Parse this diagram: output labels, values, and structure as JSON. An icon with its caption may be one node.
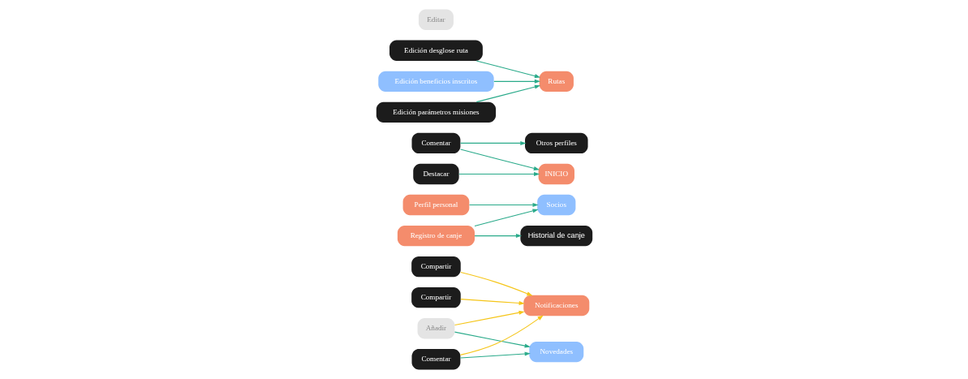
{
  "diagram": {
    "nodes": [
      {
        "text": [
          "Compartir"
        ]
      },
      {
        "text": [
          "Añadir"
        ]
      },
      {
        "text": [
          "Comentar"
        ]
      },
      {
        "text": [
          "Socios"
        ]
      },
      {
        "text": [
          "Novedades"
        ]
      },
      {
        "text": [
          "Otros perfiles"
        ]
      },
      {
        "text": [
          "Edición desglose ruta"
        ]
      },
      {
        "text": [
          "Comentar"
        ]
      },
      {
        "text": [
          "Rutas"
        ]
      },
      {
        "text": [
          "Compartir"
        ]
      },
      {
        "text": [
          "Notificaciones"
        ]
      },
      {
        "text": [
          "Edición beneficios inscritos"
        ]
      },
      {
        "text": [
          "INICIO"
        ]
      },
      {
        "text": [
          "Destacar"
        ]
      },
      {
        "text": [
          "Registro de canje"
        ]
      },
      {
        "text": [
          "Editar"
        ]
      },
      {
        "text": [
          "Edición parámetros misiones"
        ]
      },
      {
        "text": [
          "Perfil personal"
        ]
      },
      {
        "text": [
          "Historial de canje"
        ]
      }
    ],
    "edges": [
      {
        "from": 1,
        "to": 4,
        "arrow": "to"
      },
      {
        "from": 2,
        "to": 4,
        "arrow": "to"
      },
      {
        "from": 6,
        "to": 8,
        "arrow": "to"
      },
      {
        "from": 11,
        "to": 8,
        "arrow": "to"
      },
      {
        "from": 16,
        "to": 8,
        "arrow": "to"
      },
      {
        "from": 14,
        "to": 3,
        "arrow": "to"
      },
      {
        "from": 17,
        "to": 3,
        "arrow": "to"
      },
      {
        "from": 14,
        "to": 18,
        "arrow": "to"
      },
      {
        "from": 7,
        "to": 5,
        "arrow": "to"
      },
      {
        "from": 7,
        "to": 12,
        "arrow": "to"
      },
      {
        "from": 13,
        "to": 12,
        "arrow": "to"
      },
      {
        "from": 9,
        "to": 10,
        "arrow": "to",
        "color": "#f5c518"
      },
      {
        "from": 0,
        "to": 10,
        "arrow": "to",
        "color": "#f5c518"
      },
      {
        "from": 1,
        "to": 10,
        "arrow": "to",
        "color": "#f5c518"
      },
      {
        "from": 2,
        "to": 10,
        "arrow": "to",
        "color": "#f5c518"
      }
    ]
  }
}
